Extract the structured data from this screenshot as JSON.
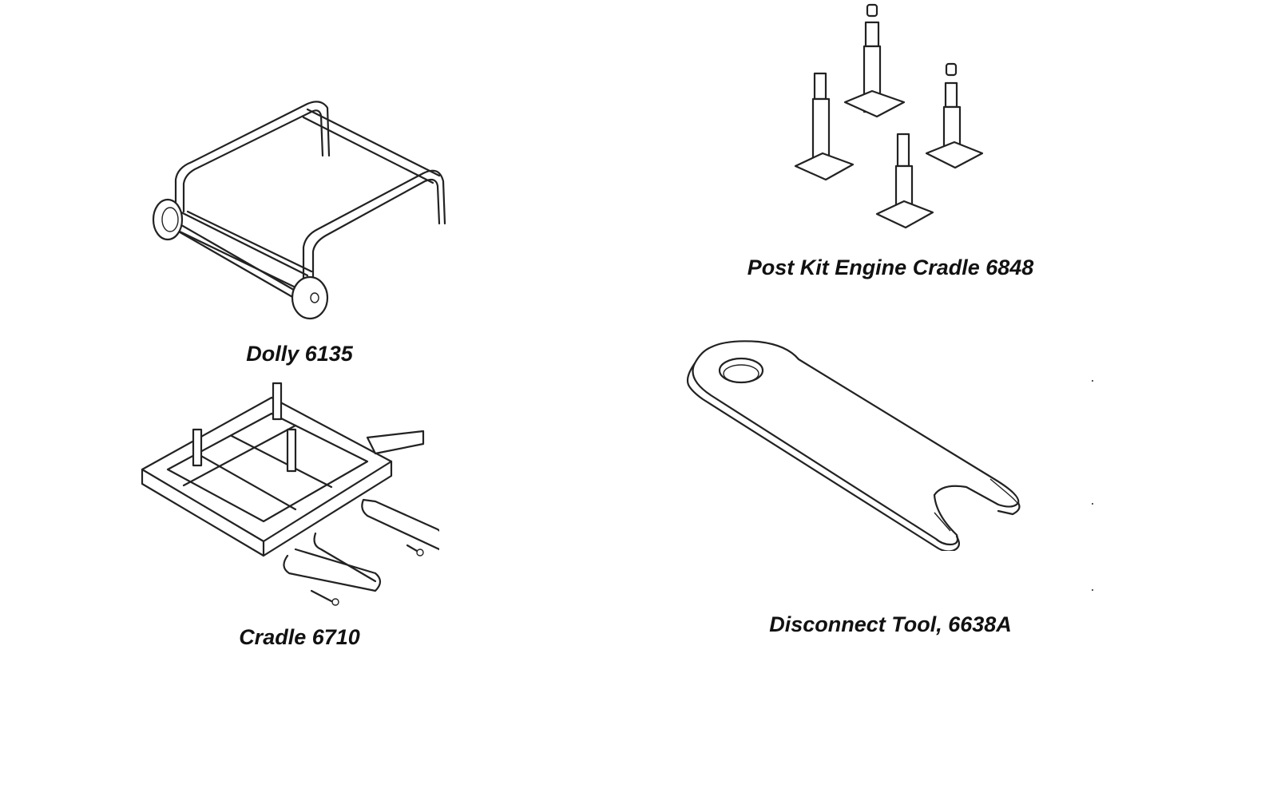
{
  "figures": [
    {
      "id": "dolly",
      "caption": "Dolly 6135",
      "icon": "dolly-icon"
    },
    {
      "id": "post-kit",
      "caption": "Post Kit Engine Cradle 6848",
      "icon": "post-kit-icon"
    },
    {
      "id": "cradle",
      "caption": "Cradle 6710",
      "icon": "cradle-icon"
    },
    {
      "id": "disconnect",
      "caption": "Disconnect Tool, 6638A",
      "icon": "disconnect-tool-icon"
    }
  ]
}
